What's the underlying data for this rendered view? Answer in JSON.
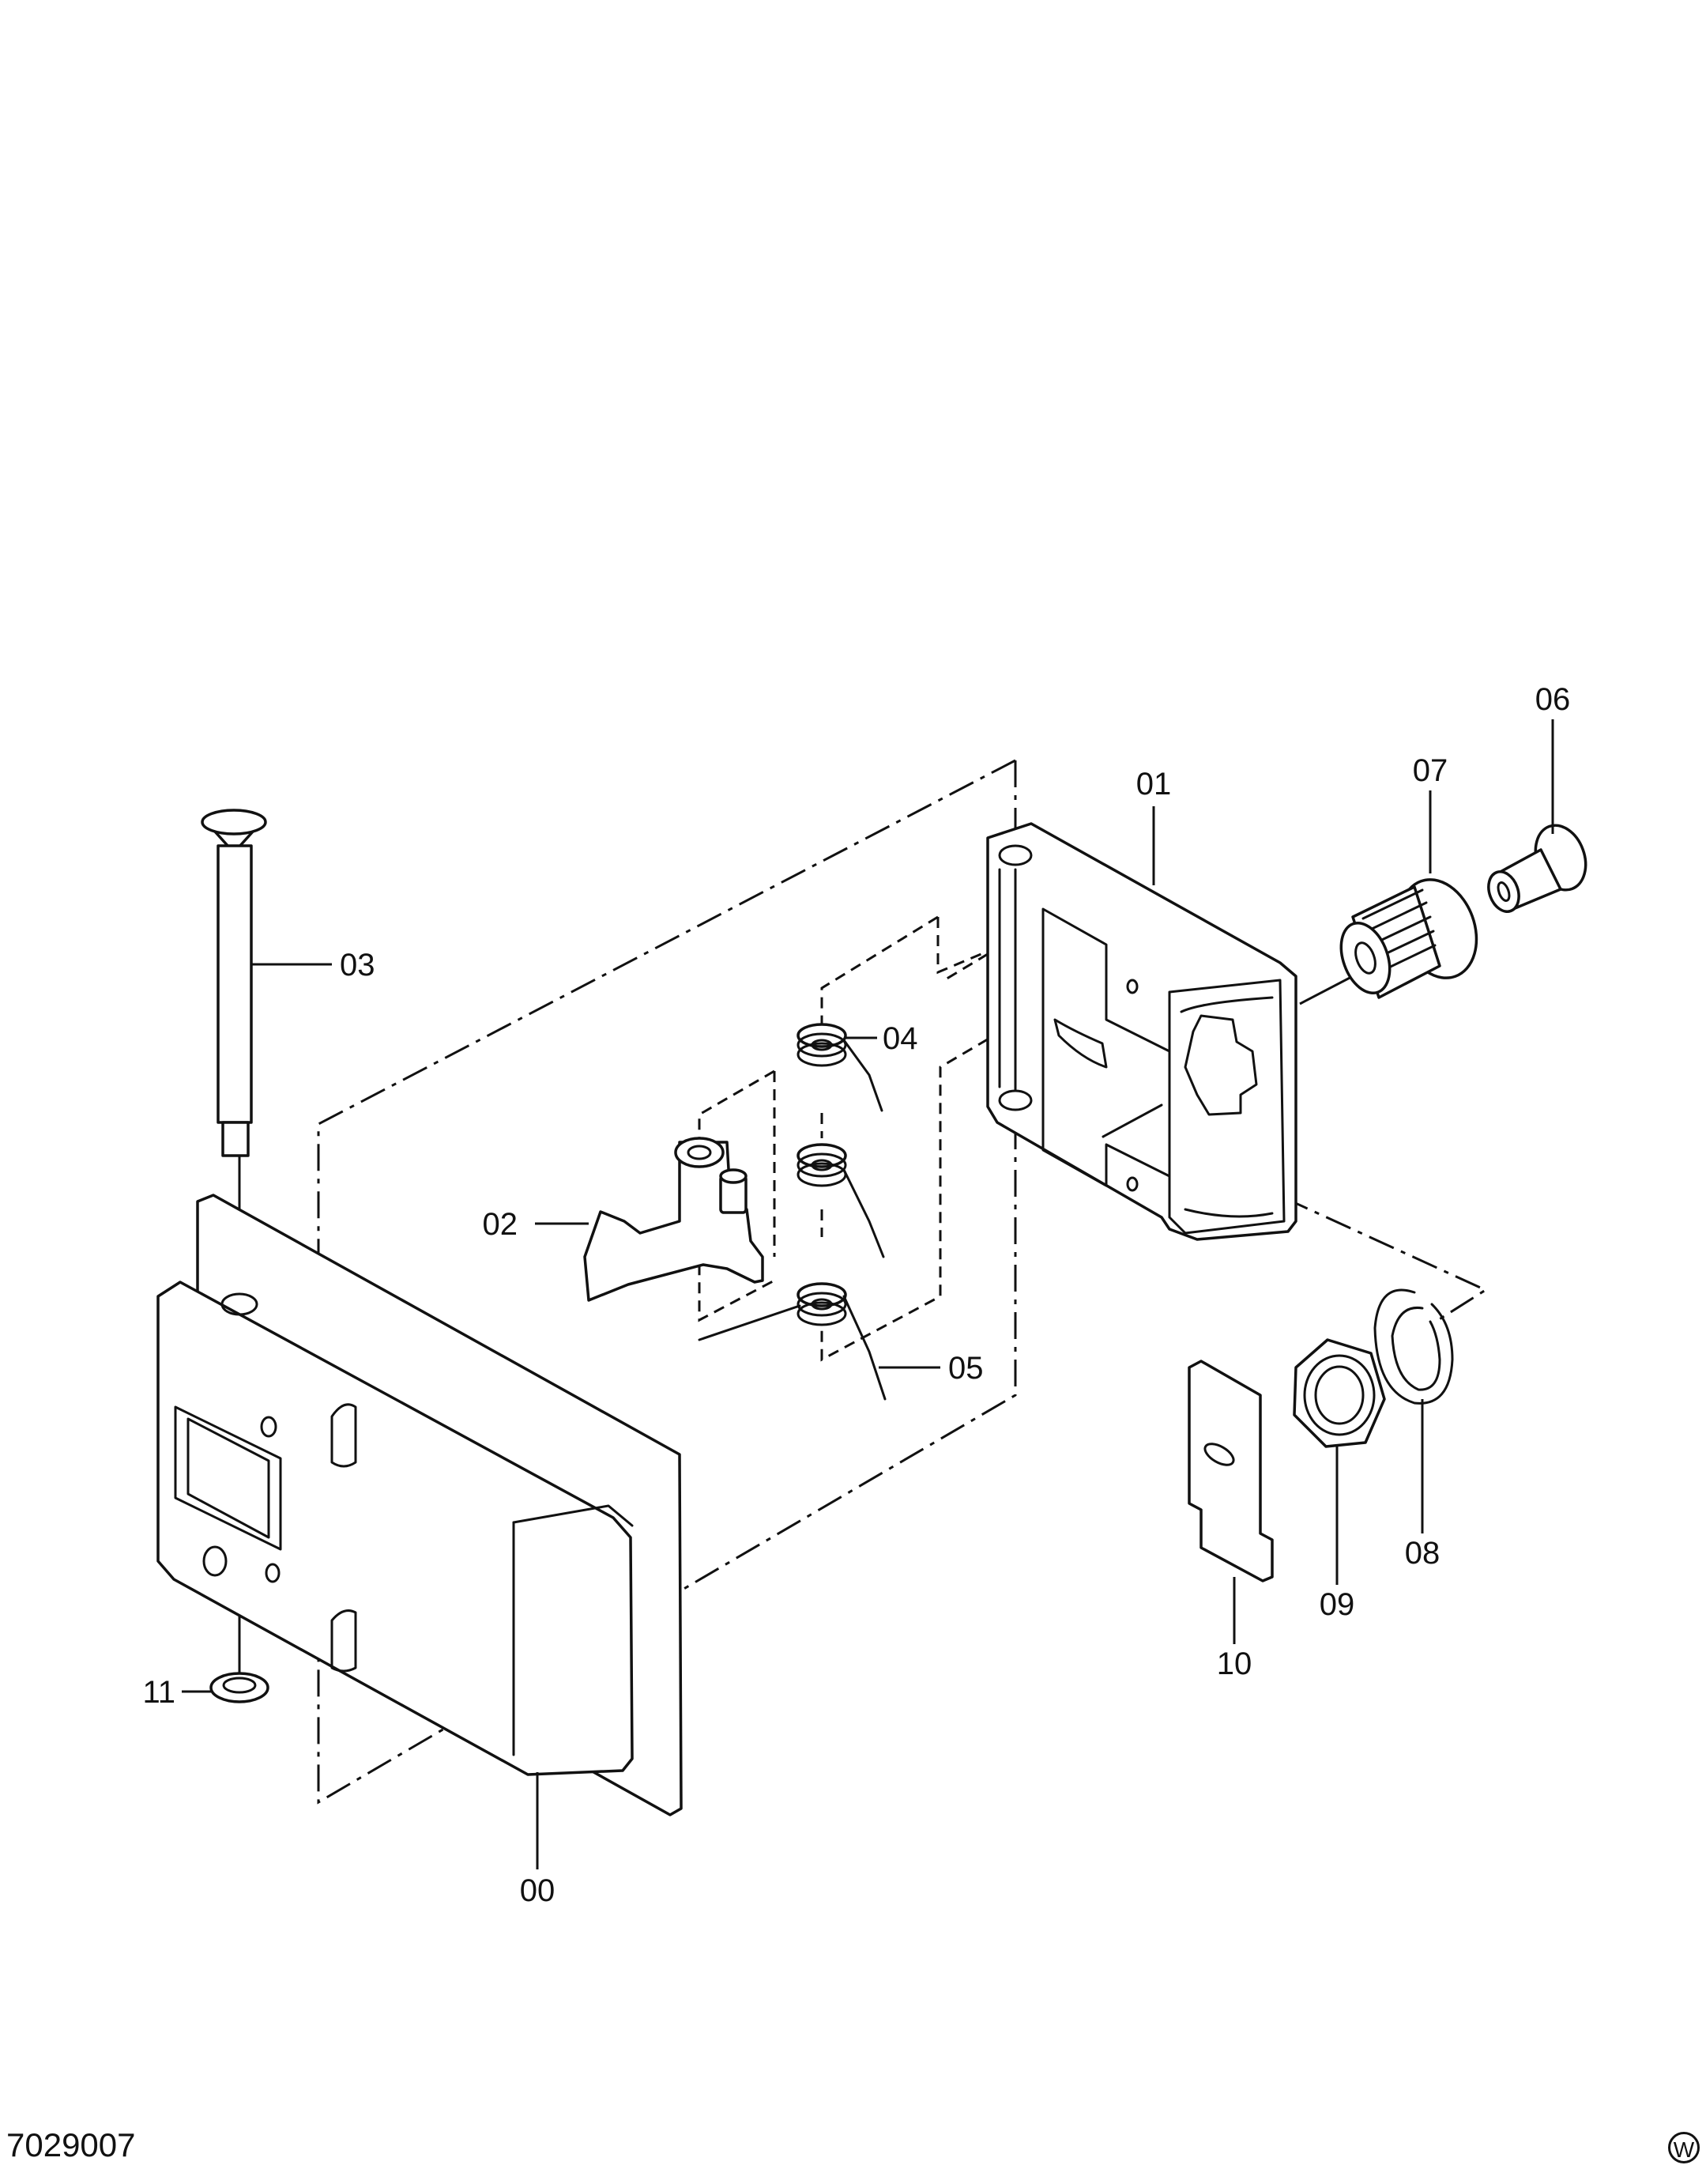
{
  "diagram": {
    "callouts": [
      {
        "id": "c00",
        "text": "00"
      },
      {
        "id": "c01",
        "text": "01"
      },
      {
        "id": "c02",
        "text": "02"
      },
      {
        "id": "c03",
        "text": "03"
      },
      {
        "id": "c04",
        "text": "04"
      },
      {
        "id": "c05",
        "text": "05"
      },
      {
        "id": "c06",
        "text": "06"
      },
      {
        "id": "c07",
        "text": "07"
      },
      {
        "id": "c08",
        "text": "08"
      },
      {
        "id": "c09",
        "text": "09"
      },
      {
        "id": "c10",
        "text": "10"
      },
      {
        "id": "c11",
        "text": "11"
      }
    ]
  },
  "footer": {
    "diagram_number": "7029007",
    "corner_mark": "W"
  }
}
